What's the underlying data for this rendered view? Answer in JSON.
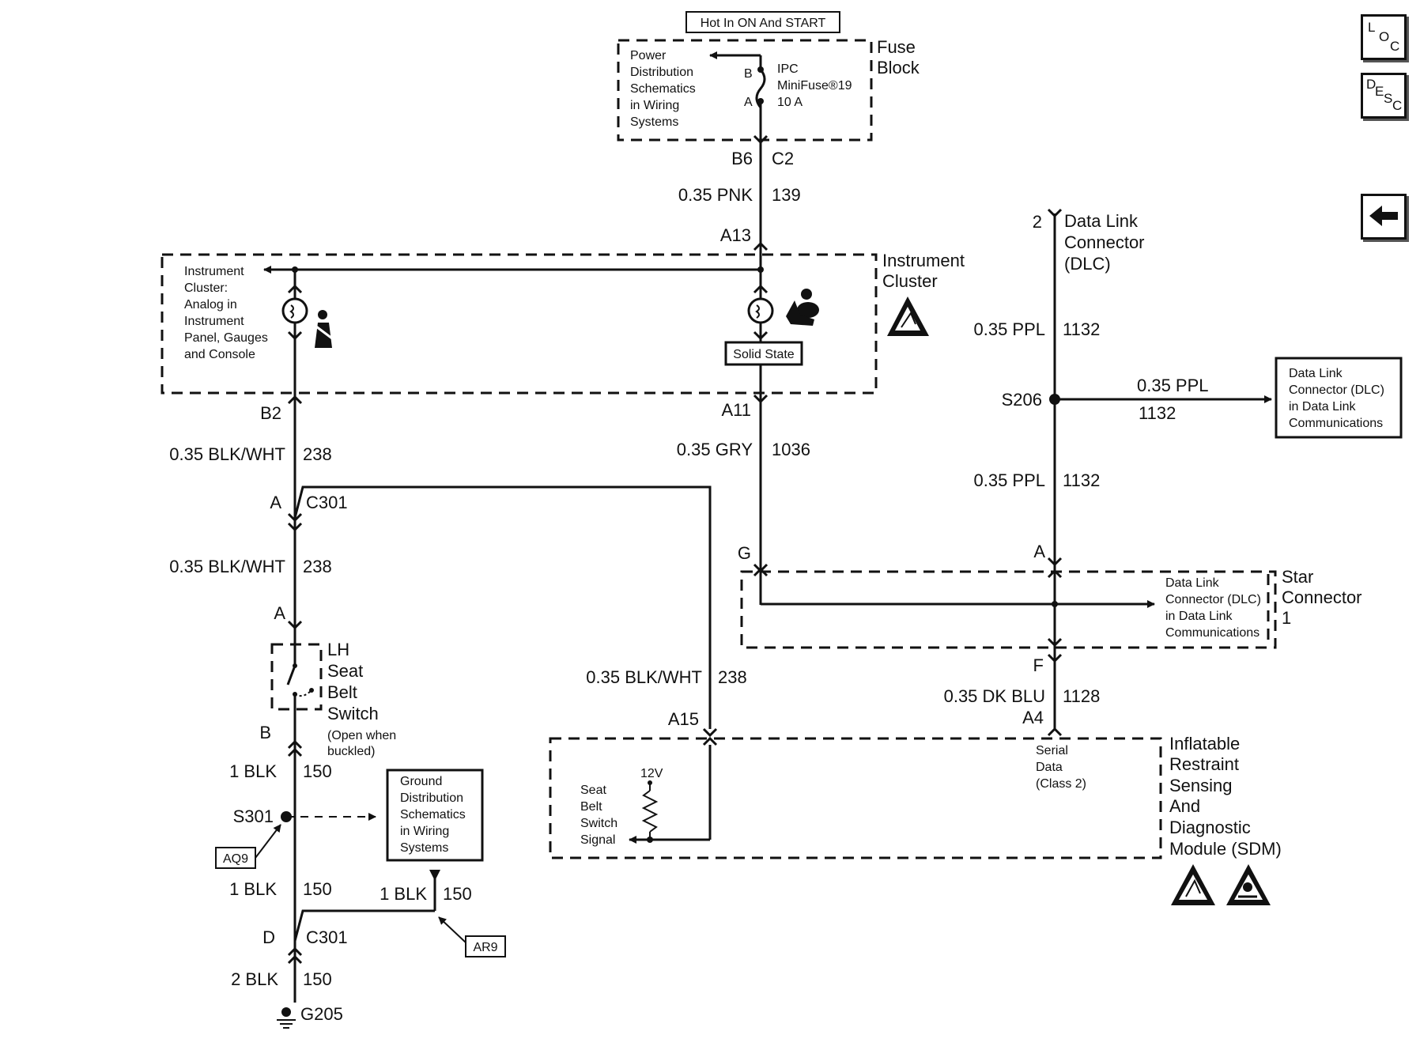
{
  "nav": {
    "loc": {
      "l": "L",
      "o": "O",
      "c": "C"
    },
    "desc": {
      "d": "D",
      "e": "E",
      "s": "S",
      "c": "C"
    },
    "back_arrow": "🡄"
  },
  "fuse": {
    "hot_in": "Hot In ON And START",
    "power_dist": [
      "Power",
      "Distribution",
      "Schematics",
      "in Wiring",
      "Systems"
    ],
    "pin_b": "B",
    "pin_a": "A",
    "ipc": "IPC",
    "minifuse": "MiniFuse®19",
    "rating": "10 A",
    "title": [
      "Fuse",
      "Block"
    ],
    "conn_b6": "B6",
    "conn_c2": "C2",
    "wire_color": "0.35 PNK",
    "wire_circuit": "139",
    "pin_a13": "A13"
  },
  "cluster": {
    "left_box": [
      "Instrument",
      "Cluster:",
      "Analog in",
      "Instrument",
      "Panel, Gauges",
      "and Console"
    ],
    "solid_state": "Solid State",
    "title": [
      "Instrument",
      "Cluster"
    ],
    "pin_b2": "B2",
    "pin_a11": "A11"
  },
  "left_branch": {
    "wire1_color": "0.35 BLK/WHT",
    "wire1_circuit": "238",
    "c301_pin_a": "A",
    "c301": "C301",
    "wire2_color": "0.35 BLK/WHT",
    "wire2_circuit": "238",
    "switch_pin_a": "A",
    "switch_title": [
      "LH",
      "Seat",
      "Belt",
      "Switch"
    ],
    "switch_note": [
      "(Open when",
      "buckled)"
    ],
    "switch_pin_b": "B",
    "wire3_color": "1 BLK",
    "wire3_circuit": "150",
    "s301": "S301",
    "aq9": "AQ9",
    "ground_box": [
      "Ground",
      "Distribution",
      "Schematics",
      "in Wiring",
      "Systems"
    ],
    "wire4_color": "1 BLK",
    "wire4_circuit": "150",
    "wire5_color": "1 BLK",
    "wire5_circuit": "150",
    "ar9": "AR9",
    "c301b_pin_d": "D",
    "c301b": "C301",
    "wire6_color": "2 BLK",
    "wire6_circuit": "150",
    "g205": "G205"
  },
  "middle": {
    "gry_color": "0.35 GRY",
    "gry_circuit": "1036",
    "pin_g": "G",
    "bw_color": "0.35 BLK/WHT",
    "bw_circuit": "238",
    "pin_a15": "A15"
  },
  "dlc": {
    "pin_2": "2",
    "title": [
      "Data Link",
      "Connector",
      "(DLC)"
    ],
    "wire1_color": "0.35 PPL",
    "wire1_circuit": "1132",
    "s206": "S206",
    "branch_color": "0.35 PPL",
    "branch_circuit": "1132",
    "box": [
      "Data Link",
      "Connector (DLC)",
      "in Data Link",
      "Communications"
    ],
    "wire2_color": "0.35 PPL",
    "wire2_circuit": "1132",
    "pin_a": "A"
  },
  "star": {
    "box": [
      "Data Link",
      "Connector (DLC)",
      "in Data Link",
      "Communications"
    ],
    "title": [
      "Star",
      "Connector",
      "1"
    ],
    "pin_f": "F",
    "wire_color": "0.35 DK BLU",
    "wire_circuit": "1128",
    "pin_a4": "A4"
  },
  "sdm": {
    "voltage": "12V",
    "signal": [
      "Seat",
      "Belt",
      "Switch",
      "Signal"
    ],
    "serial": [
      "Serial",
      "Data",
      "(Class 2)"
    ],
    "title": [
      "Inflatable",
      "Restraint",
      "Sensing",
      "And",
      "Diagnostic",
      "Module (SDM)"
    ]
  }
}
